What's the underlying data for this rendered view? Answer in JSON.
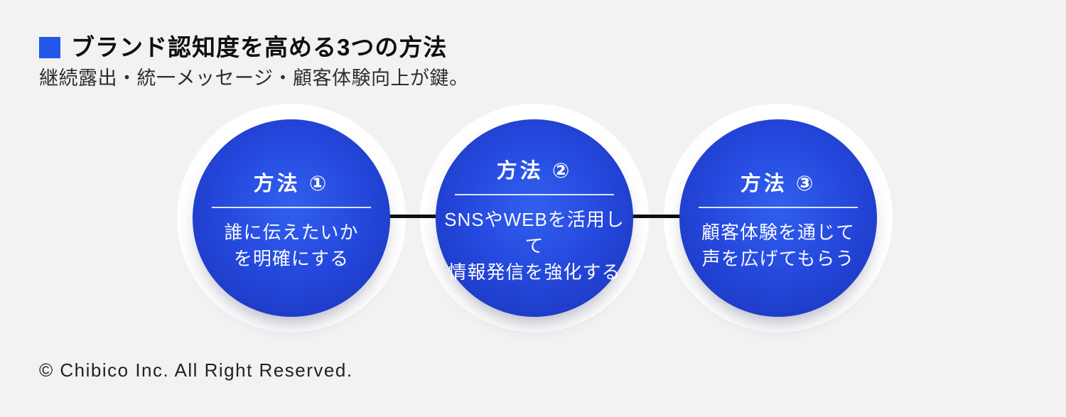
{
  "theme": {
    "background": "#f2f2f3",
    "accent_blue": "#2357e9",
    "connector": "#0f0f0f",
    "circle_center": "#3160ee",
    "circle_mid": "#2549de",
    "circle_edge": "#1a33b4",
    "text_on_circle": "#ffffff"
  },
  "header": {
    "title": "ブランド認知度を高める3つの方法",
    "subtitle": "継続露出・統一メッセージ・顧客体験向上が鍵。"
  },
  "diagram": {
    "steps": [
      {
        "label": "方法 ①",
        "lines": [
          "誰に伝えたいか",
          "を明確にする"
        ]
      },
      {
        "label": "方法 ②",
        "lines": [
          "SNSやWEBを活用して",
          "情報発信を強化する"
        ]
      },
      {
        "label": "方法 ③",
        "lines": [
          "顧客体験を通じて",
          "声を広げてもらう"
        ]
      }
    ]
  },
  "footer": {
    "copyright": "© Chibico Inc. All Right Reserved."
  }
}
